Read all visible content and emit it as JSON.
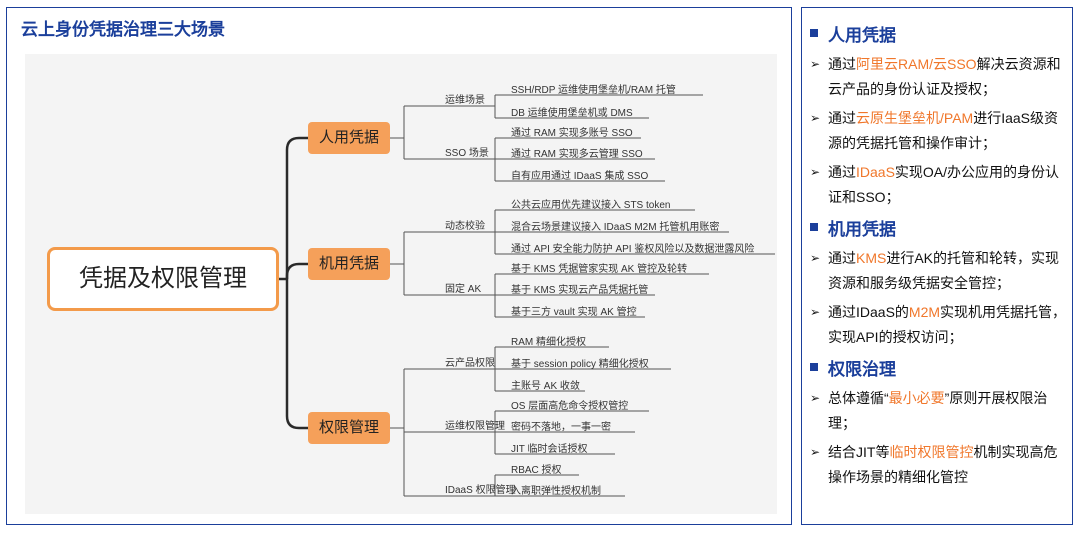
{
  "left": {
    "title": "云上身份凭据治理三大场景",
    "root": "凭据及权限管理",
    "categories": [
      {
        "label": "人用凭据",
        "groups": [
          {
            "label": "运维场景",
            "leaves": [
              "SSH/RDP 运维使用堡垒机/RAM 托管",
              "DB 运维使用堡垒机或 DMS"
            ]
          },
          {
            "label": "SSO 场景",
            "leaves": [
              "通过 RAM 实现多账号 SSO",
              "通过 RAM 实现多云管理 SSO",
              "自有应用通过 IDaaS 集成 SSO"
            ]
          }
        ]
      },
      {
        "label": "机用凭据",
        "groups": [
          {
            "label": "动态校验",
            "leaves": [
              "公共云应用优先建议接入 STS token",
              "混合云场景建议接入 IDaaS M2M 托管机用账密",
              "通过 API 安全能力防护 API 鉴权风险以及数据泄露风险"
            ]
          },
          {
            "label": "固定 AK",
            "leaves": [
              "基于 KMS 凭据管家实现 AK 管控及轮转",
              "基于 KMS 实现云产品凭据托管",
              "基于三方 vault 实现 AK 管控"
            ]
          }
        ]
      },
      {
        "label": "权限管理",
        "groups": [
          {
            "label": "云产品权限",
            "leaves": [
              "RAM 精细化授权",
              "基于 session policy 精细化授权",
              "主账号 AK 收敛"
            ]
          },
          {
            "label": "运维权限管理",
            "leaves": [
              "OS 层面高危命令授权管控",
              "密码不落地，一事一密",
              "JIT 临时会话授权"
            ]
          },
          {
            "label": "IDaaS 权限管理",
            "leaves": [
              "RBAC 授权",
              "入离职弹性授权机制"
            ]
          }
        ]
      }
    ]
  },
  "right": {
    "sections": [
      {
        "title": "人用凭据",
        "bullets": [
          [
            {
              "t": "通过"
            },
            {
              "t": "阿里云RAM/云SSO",
              "hl": true
            },
            {
              "t": "解决云资源和云产品的身份认证及授权；"
            }
          ],
          [
            {
              "t": "通过"
            },
            {
              "t": "云原生堡垒机/PAM",
              "hl": true
            },
            {
              "t": "进行IaaS级资源的凭据托管和操作审计；"
            }
          ],
          [
            {
              "t": "通过"
            },
            {
              "t": "IDaaS",
              "hl": true
            },
            {
              "t": "实现OA/办公应用的身份认证和SSO；"
            }
          ]
        ]
      },
      {
        "title": "机用凭据",
        "bullets": [
          [
            {
              "t": "通过"
            },
            {
              "t": "KMS",
              "hl": true
            },
            {
              "t": "进行AK的托管和轮转，实现资源和服务级凭据安全管控；"
            }
          ],
          [
            {
              "t": "通过IDaaS的"
            },
            {
              "t": "M2M",
              "hl": true
            },
            {
              "t": "实现机用凭据托管，实现API的授权访问；"
            }
          ]
        ]
      },
      {
        "title": "权限治理",
        "bullets": [
          [
            {
              "t": "总体遵循“"
            },
            {
              "t": "最小必要",
              "hl": true
            },
            {
              "t": "”原则开展权限治理；"
            }
          ],
          [
            {
              "t": "结合JIT等"
            },
            {
              "t": "临时权限管控",
              "hl": true
            },
            {
              "t": "机制实现高危操作场景的精细化管控"
            }
          ]
        ]
      }
    ],
    "colors": {
      "accent": "#1b3f9b",
      "highlight": "#f0772b",
      "node": "#f5a05a"
    }
  }
}
